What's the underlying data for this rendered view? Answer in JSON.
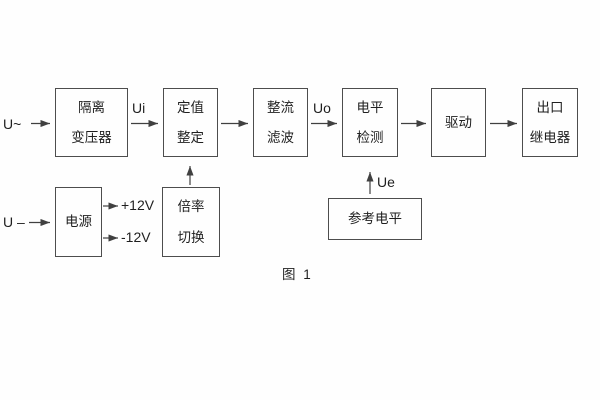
{
  "figure": {
    "caption": "图 1"
  },
  "labels": {
    "input_ac": "U~",
    "input_dc": "U –",
    "ui": "Ui",
    "uo": "Uo",
    "ue": "Ue",
    "plus12v": "+12V",
    "minus12v": "-12V"
  },
  "blocks": {
    "isolation_transformer": {
      "line1": "隔离",
      "line2": "变压器"
    },
    "setting_adjust": {
      "line1": "定值",
      "line2": "整定"
    },
    "rectifier_filter": {
      "line1": "整流",
      "line2": "滤波"
    },
    "level_detect": {
      "line1": "电平",
      "line2": "检测"
    },
    "drive": {
      "label": "驱动"
    },
    "output_relay": {
      "line1": "出口",
      "line2": "继电器"
    },
    "power_supply": {
      "label": "电源"
    },
    "ratio_switch": {
      "line1": "倍率",
      "line2": "切换"
    },
    "reference_level": {
      "label": "参考电平"
    }
  },
  "colors": {
    "line": "#404040",
    "text": "#1f1f1f",
    "background": "#fefefe"
  }
}
